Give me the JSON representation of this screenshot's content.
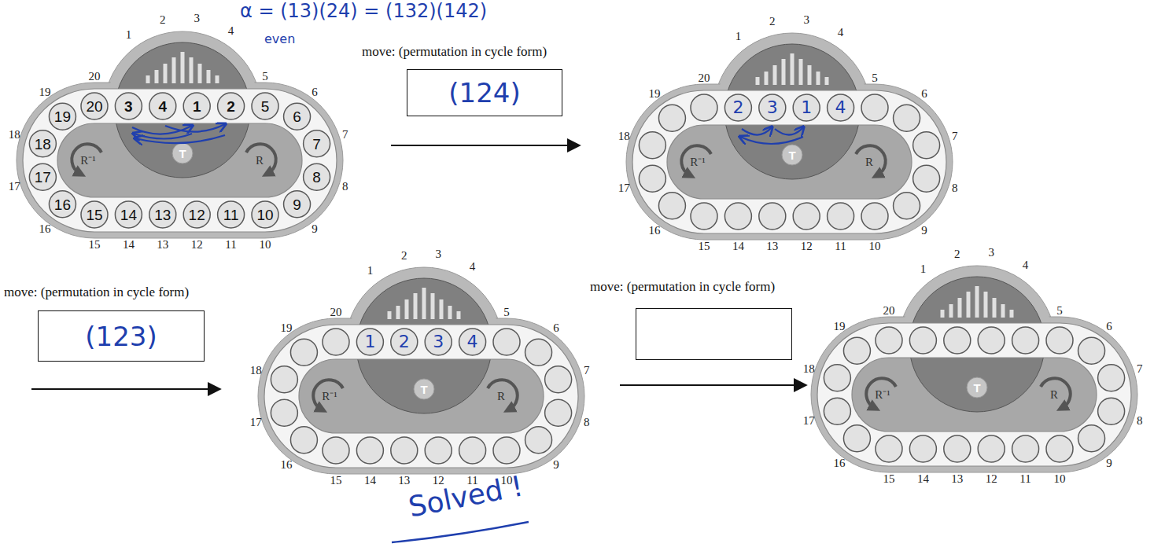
{
  "diagram": {
    "nodes": [
      {
        "text": [
          "move: (permutation in cycle form)",
          "(124)"
        ]
      },
      {
        "text": [
          "move: (permutation in cycle form)",
          "(123)"
        ]
      },
      {
        "text": [
          "move: (permutation in cycle form)"
        ]
      }
    ],
    "labels": [
      "α = (13)(24) = (132)(142)",
      "even",
      "Solved !",
      "1",
      "2",
      "3",
      "4",
      "5",
      "6",
      "7",
      "8",
      "9",
      "10",
      "11",
      "12",
      "13",
      "14",
      "15",
      "16",
      "17",
      "18",
      "19",
      "20",
      "3",
      "4",
      "1",
      "2",
      "5",
      "6",
      "7",
      "8",
      "9",
      "10",
      "11",
      "12",
      "13",
      "14",
      "15",
      "16",
      "17",
      "18",
      "19",
      "20",
      "T",
      "R",
      "R⁻¹",
      "1",
      "2",
      "3",
      "4",
      "5",
      "6",
      "7",
      "8",
      "9",
      "10",
      "11",
      "12",
      "13",
      "14",
      "15",
      "16",
      "17",
      "18",
      "19",
      "20",
      "2",
      "3",
      "1",
      "4",
      "T",
      "R",
      "R⁻¹",
      "1",
      "2",
      "3",
      "4",
      "5",
      "6",
      "7",
      "8",
      "9",
      "10",
      "11",
      "12",
      "13",
      "14",
      "15",
      "16",
      "17",
      "18",
      "19",
      "20",
      "1",
      "2",
      "3",
      "4",
      "T",
      "R",
      "R⁻¹",
      "1",
      "2",
      "3",
      "4",
      "5",
      "6",
      "7",
      "8",
      "9",
      "10",
      "11",
      "12",
      "13",
      "14",
      "15",
      "16",
      "17",
      "18",
      "19",
      "20",
      "T",
      "R",
      "R⁻¹"
    ]
  }
}
